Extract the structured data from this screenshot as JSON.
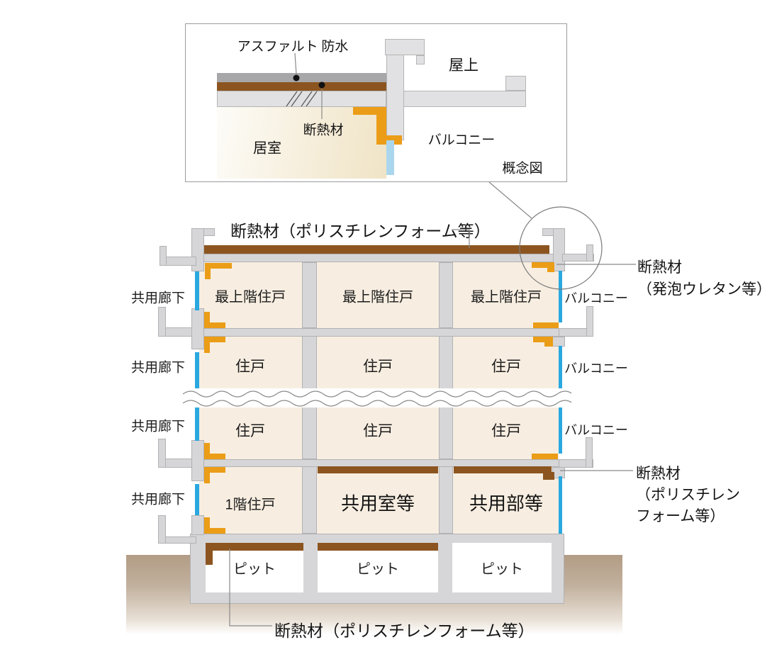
{
  "colors": {
    "concrete": "#d6d6d8",
    "concrete_light": "#e1e1e3",
    "asphalt_gray": "#a7a7a9",
    "insulation_brown": "#8c5520",
    "insulation_orange": "#eb9d17",
    "room_cream": "#f7eee1",
    "glass_blue": "#2aa8e0",
    "sash_blue": "#abd7ee",
    "ground_tan": "#b29c85",
    "line_gray": "#8a8a8a"
  },
  "inset": {
    "label_asphalt_waterproofing": "アスファルト 防水",
    "label_insulation": "断熱材",
    "label_living_room": "居室",
    "label_rooftop": "屋上",
    "label_balcony": "バルコニー",
    "caption": "概念図"
  },
  "building": {
    "annotation_roof_insulation": "断熱材（ポリスチレンフォーム等）",
    "annotation_balcony_insulation_line1": "断熱材",
    "annotation_balcony_insulation_line2": "（発泡ウレタン等）",
    "annotation_slab_insulation_line1": "断熱材",
    "annotation_slab_insulation_line2": "（ポリスチレン",
    "annotation_slab_insulation_line3": "フォーム等）",
    "annotation_pit_insulation": "断熱材（ポリスチレンフォーム等）",
    "left_labels": [
      "共用廊下",
      "共用廊下",
      "共用廊下",
      "共用廊下"
    ],
    "right_labels": [
      "バルコニー",
      "バルコニー",
      "バルコニー"
    ],
    "floors": [
      {
        "rooms": [
          "最上階住戸",
          "最上階住戸",
          "最上階住戸"
        ]
      },
      {
        "rooms": [
          "住戸",
          "住戸",
          "住戸"
        ]
      },
      {
        "rooms": [
          "住戸",
          "住戸",
          "住戸"
        ]
      },
      {
        "rooms": [
          "1階住戸",
          "共用室等",
          "共用部等"
        ]
      },
      {
        "rooms": [
          "ピット",
          "ピット",
          "ピット"
        ]
      }
    ]
  }
}
